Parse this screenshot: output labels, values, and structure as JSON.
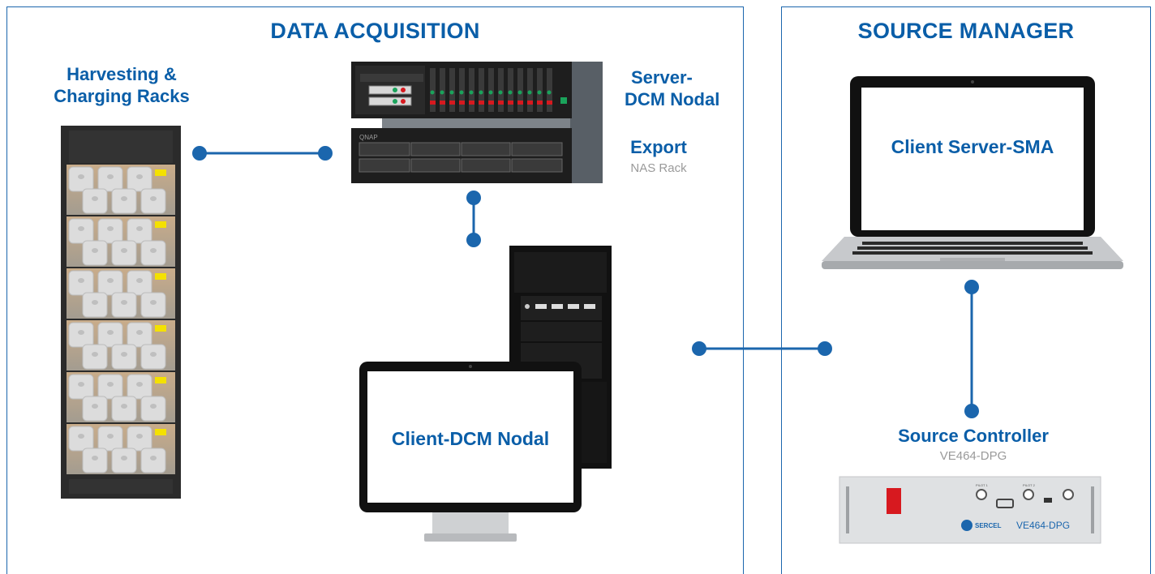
{
  "panels": {
    "data_acquisition": {
      "title": "DATA ACQUISITION"
    },
    "source_manager": {
      "title": "SOURCE MANAGER"
    }
  },
  "devices": {
    "racks": {
      "label_line1": "Harvesting &",
      "label_line2": "Charging Racks"
    },
    "server": {
      "label_line1": "Server-",
      "label_line2": "DCM Nodal"
    },
    "export": {
      "label": "Export",
      "sublabel": "NAS Rack",
      "brand": "QNAP"
    },
    "client_dcm": {
      "label": "Client-DCM Nodal"
    },
    "client_sma": {
      "label": "Client Server-SMA"
    },
    "source_controller": {
      "label": "Source Controller",
      "sublabel": "VE464-DPG",
      "panel_text": "VE464-DPG",
      "brand": "SERCEL",
      "port1": "PILOT 1",
      "port2": "PILOT 2"
    }
  },
  "colors": {
    "accent": "#1b66ad",
    "label": "#0a5ea8",
    "sublabel": "#9a9a9a",
    "rack_frame": "#2b2b2b",
    "switch_red": "#d7191f"
  }
}
